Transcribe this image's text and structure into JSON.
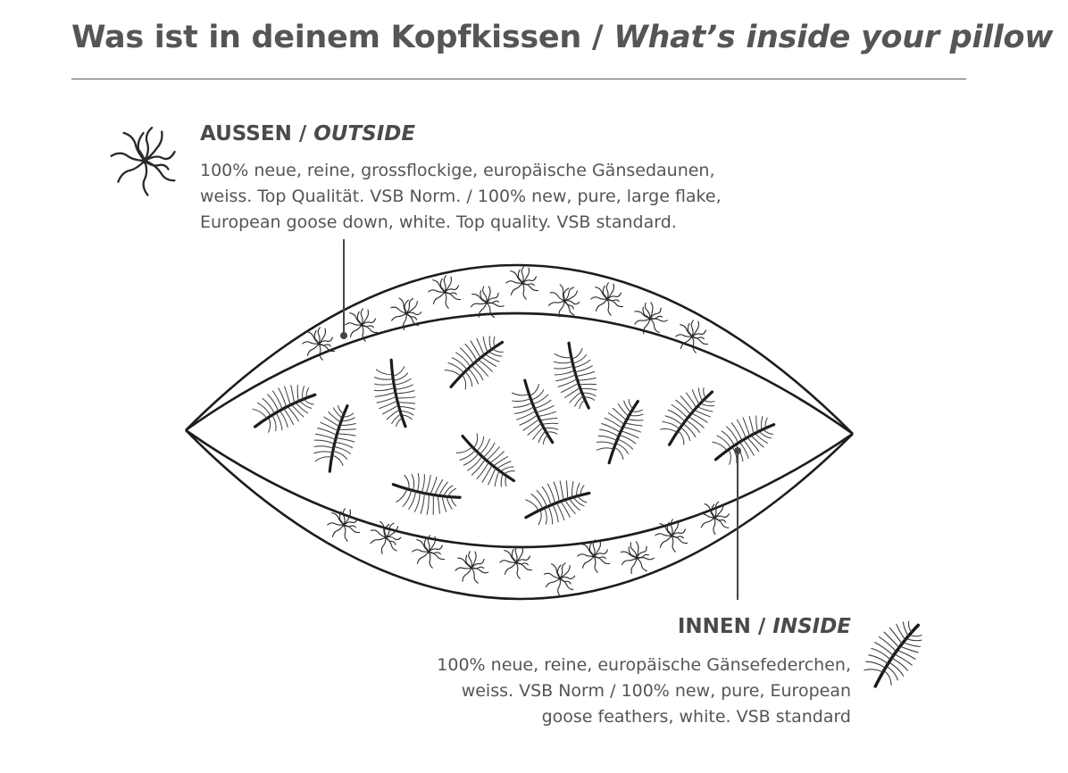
{
  "title": {
    "de": "Was ist in deinem Kopfkissen",
    "separator": " / ",
    "en": "What’s inside your pillow"
  },
  "outside": {
    "heading_de": "AUSSEN",
    "separator": " / ",
    "heading_en": "OUTSIDE",
    "lines": [
      "100% neue, reine, grossflockige, europäische Gänsedaunen,",
      "weiss. Top Qualität. VSB Norm. / 100% new, pure, large flake,",
      "European goose down, white. Top quality. VSB standard."
    ],
    "icon": "down-cluster-icon"
  },
  "inside": {
    "heading_de": "INNEN",
    "separator": " / ",
    "heading_en": "INSIDE",
    "lines": [
      "100% neue, reine, europäische Gänsefederchen,",
      "weiss. VSB Norm / 100% new, pure, European",
      "goose feathers, white. VSB standard"
    ],
    "icon": "feather-icon"
  },
  "colors": {
    "text": "#555555",
    "lines": "#222222"
  }
}
